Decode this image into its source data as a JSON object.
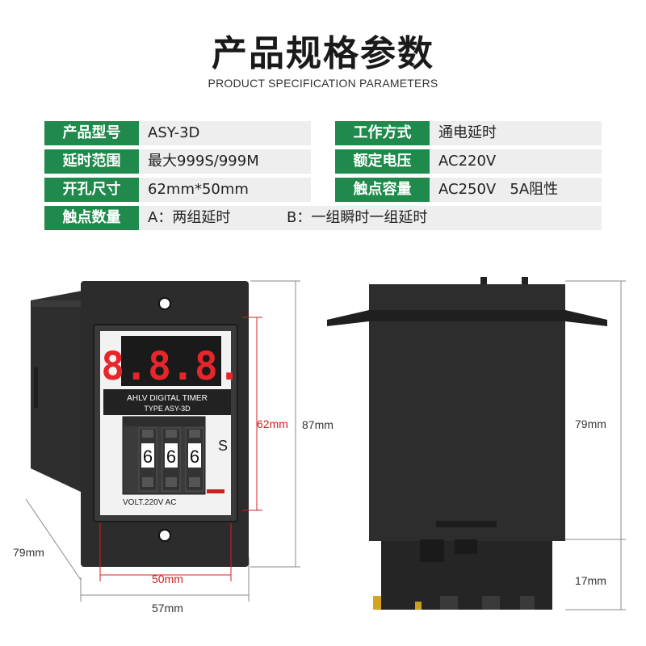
{
  "header": {
    "title": "产品规格参数",
    "subtitle": "PRODUCT SPECIFICATION PARAMETERS"
  },
  "specs": {
    "model_label": "产品型号",
    "model_value": "ASY-3D",
    "mode_label": "工作方式",
    "mode_value": "通电延时",
    "range_label": "延时范围",
    "range_value": "最大999S/999M",
    "voltage_label": "额定电压",
    "voltage_value": "AC220V",
    "cutout_label": "开孔尺寸",
    "cutout_value": "62mm*50mm",
    "capacity_label": "触点容量",
    "capacity_value": "AC250V   5A阻性",
    "contacts_label": "触点数量",
    "contacts_value_a": "A：两组延时",
    "contacts_value_b": "B：一组瞬时一组延时"
  },
  "device": {
    "display_digits": "8.8.8.",
    "brand_text": "AHLV DIGITAL TIMER",
    "type_text": "TYPE ASY-3D",
    "dial_digits": [
      "6",
      "6",
      "6"
    ],
    "unit_text": "S",
    "volt_text": "VOLT.220V AC"
  },
  "dimensions": {
    "depth": "79mm",
    "width": "57mm",
    "height": "87mm",
    "cutout_h": "62mm",
    "cutout_w": "50mm",
    "side_body": "79mm",
    "side_base": "17mm"
  },
  "colors": {
    "label_green": "#1f8a4c",
    "row_gray": "#eeeeee",
    "body_black": "#2a2a2a",
    "digit_red": "#e8252a",
    "dim_red": "#d42020"
  }
}
